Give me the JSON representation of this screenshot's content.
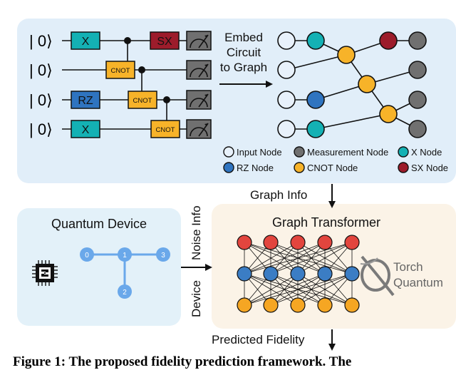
{
  "page_top_text": "",
  "circuit": {
    "ket_label": "| 0⟩",
    "gates": {
      "x": "X",
      "sx": "SX",
      "rz": "RZ",
      "cnot": "CNOT"
    }
  },
  "embed_label_lines": [
    "Embed",
    "Circuit",
    "to Graph"
  ],
  "legend": {
    "input": "Input Node",
    "measurement": "Measurement Node",
    "x": "X Node",
    "rz": "RZ Node",
    "cnot": "CNOT Node",
    "sx": "SX Node"
  },
  "graph_info_label": "Graph Info",
  "device": {
    "title": "Quantum Device",
    "qubits": [
      "0",
      "1",
      "2",
      "3"
    ]
  },
  "side_label": {
    "device": "Device",
    "noise": "Noise Info"
  },
  "transformer": {
    "title": "Graph Transformer",
    "logo_top": "Torch",
    "logo_bottom": "Quantum"
  },
  "predicted_label": "Predicted Fidelity",
  "caption": "Figure 1: The proposed fidelity prediction framework. The",
  "colors": {
    "top_panel": "#e1eef9",
    "device_panel": "#e3f1f9",
    "transformer_panel": "#fbf3e7",
    "teal": "#14b1b4",
    "sx_red": "#9c1c2b",
    "rz_blue": "#2f74c0",
    "cnot_orange": "#f7b329",
    "meas_gray": "#707070",
    "input_white": "#e8f1fb",
    "nn_red": "#e2453e",
    "nn_blue": "#3b7dc4",
    "nn_orange": "#f5a623",
    "device_blue": "#6aa8ea"
  }
}
